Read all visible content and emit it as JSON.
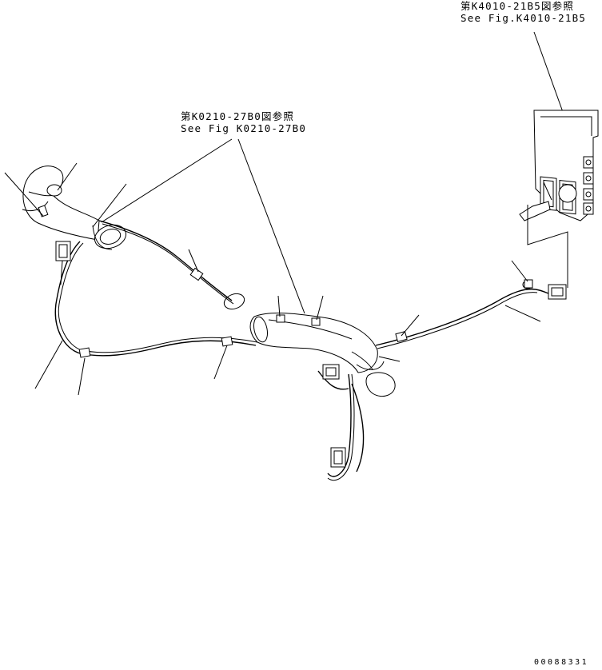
{
  "references": [
    {
      "id": "ref-k4010",
      "line1": "第K4010-21B5図参照",
      "line2": "See Fig.K4010-21B5"
    },
    {
      "id": "ref-k0210",
      "line1": "第K0210-27B0図参照",
      "line2": "See Fig K0210-27B0"
    }
  ],
  "doc_number": "00088331"
}
